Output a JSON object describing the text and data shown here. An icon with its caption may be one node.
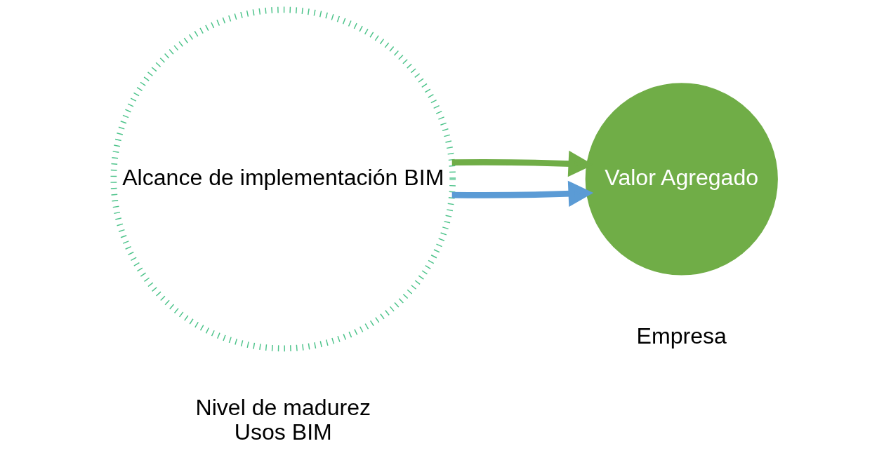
{
  "diagram": {
    "nodes": [
      {
        "text": [
          "Alcance de implementación BIM"
        ],
        "beside": [
          "Nivel de madurez",
          "Usos BIM"
        ]
      },
      {
        "text": [
          "Valor Agregado"
        ],
        "beside": [
          "Empresa"
        ]
      }
    ],
    "edges": [
      {
        "from": 0,
        "to": 1,
        "arrow": "to",
        "color": "#5b9bd5"
      },
      {
        "from": 0,
        "to": 1,
        "arrow": "to",
        "color": "#70ad47"
      }
    ]
  }
}
